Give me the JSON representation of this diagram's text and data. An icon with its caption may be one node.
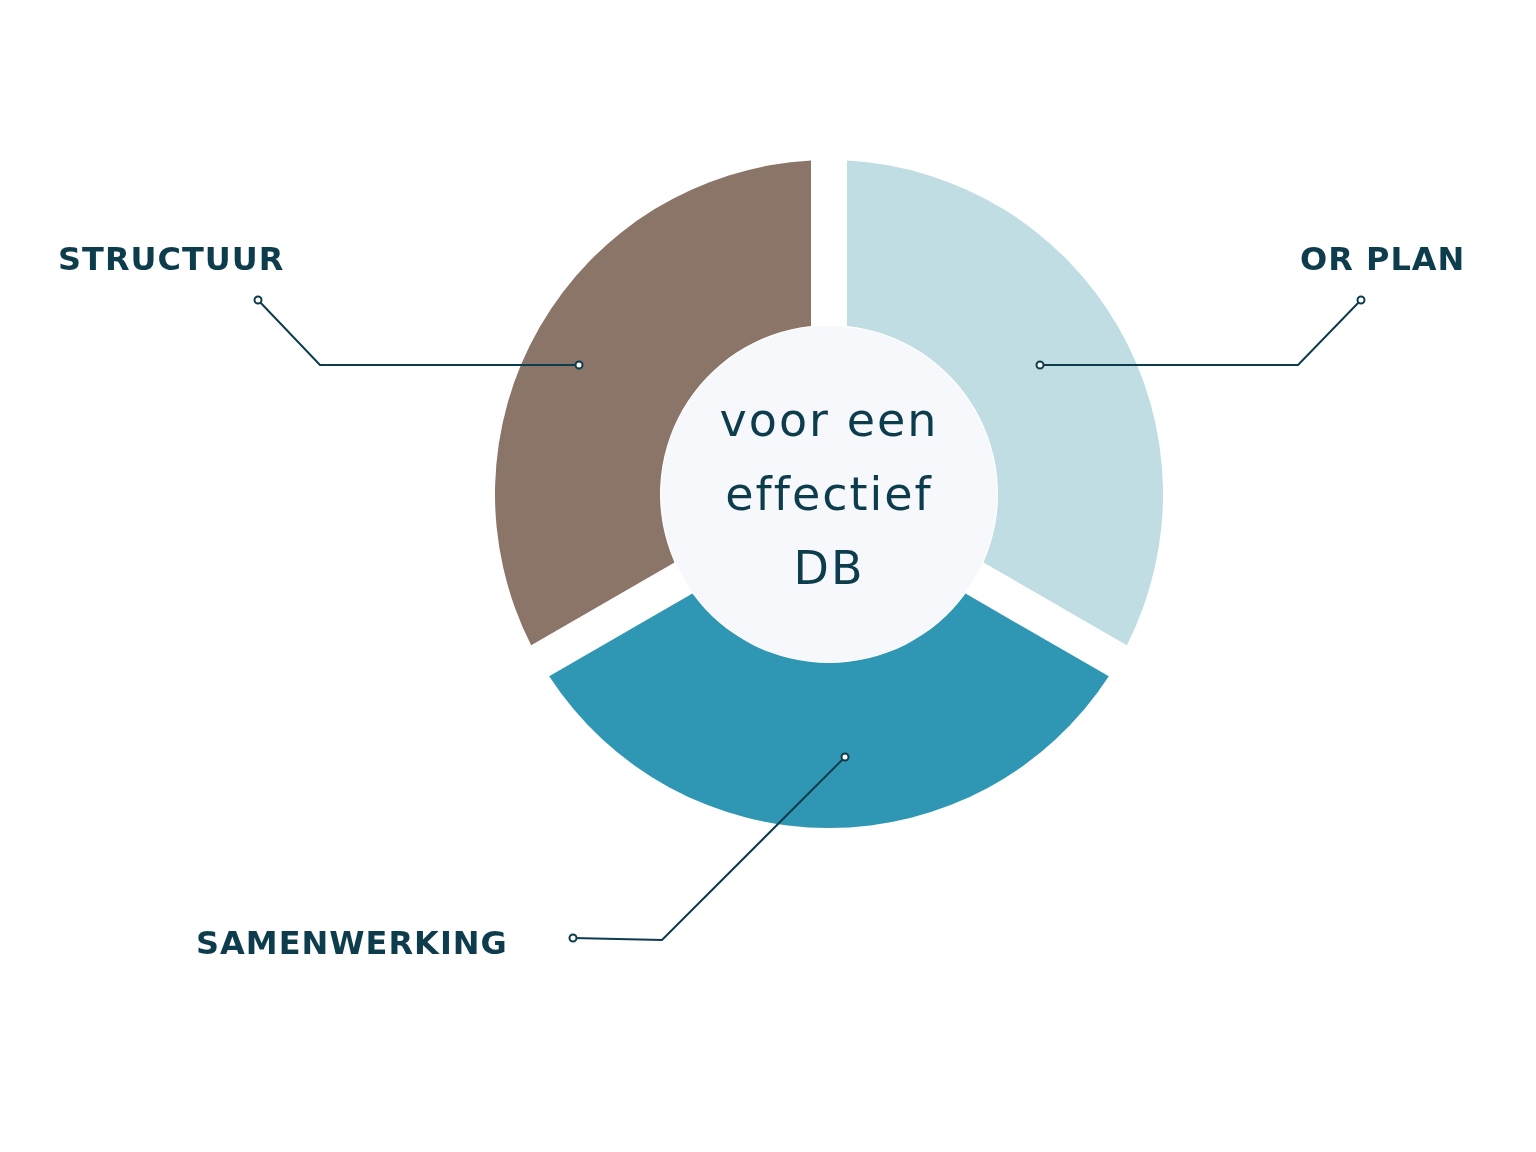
{
  "diagram": {
    "nodes": [
      {
        "text": [
          "STRUCTUUR"
        ]
      },
      {
        "text": [],
        "shape": "arc"
      },
      {
        "text": [
          "OR PLAN"
        ]
      },
      {
        "text": [],
        "shape": "arc"
      },
      {
        "text": [
          "SAMENWERKING"
        ]
      },
      {
        "text": [],
        "shape": "arc"
      },
      {
        "text": [
          "voor een effectief DB"
        ]
      }
    ],
    "edges": [
      {
        "from": 0,
        "to": 1,
        "arrow": "other"
      },
      {
        "from": 2,
        "to": 3,
        "arrow": "other"
      },
      {
        "from": 4,
        "to": 5,
        "arrow": "other"
      }
    ]
  }
}
